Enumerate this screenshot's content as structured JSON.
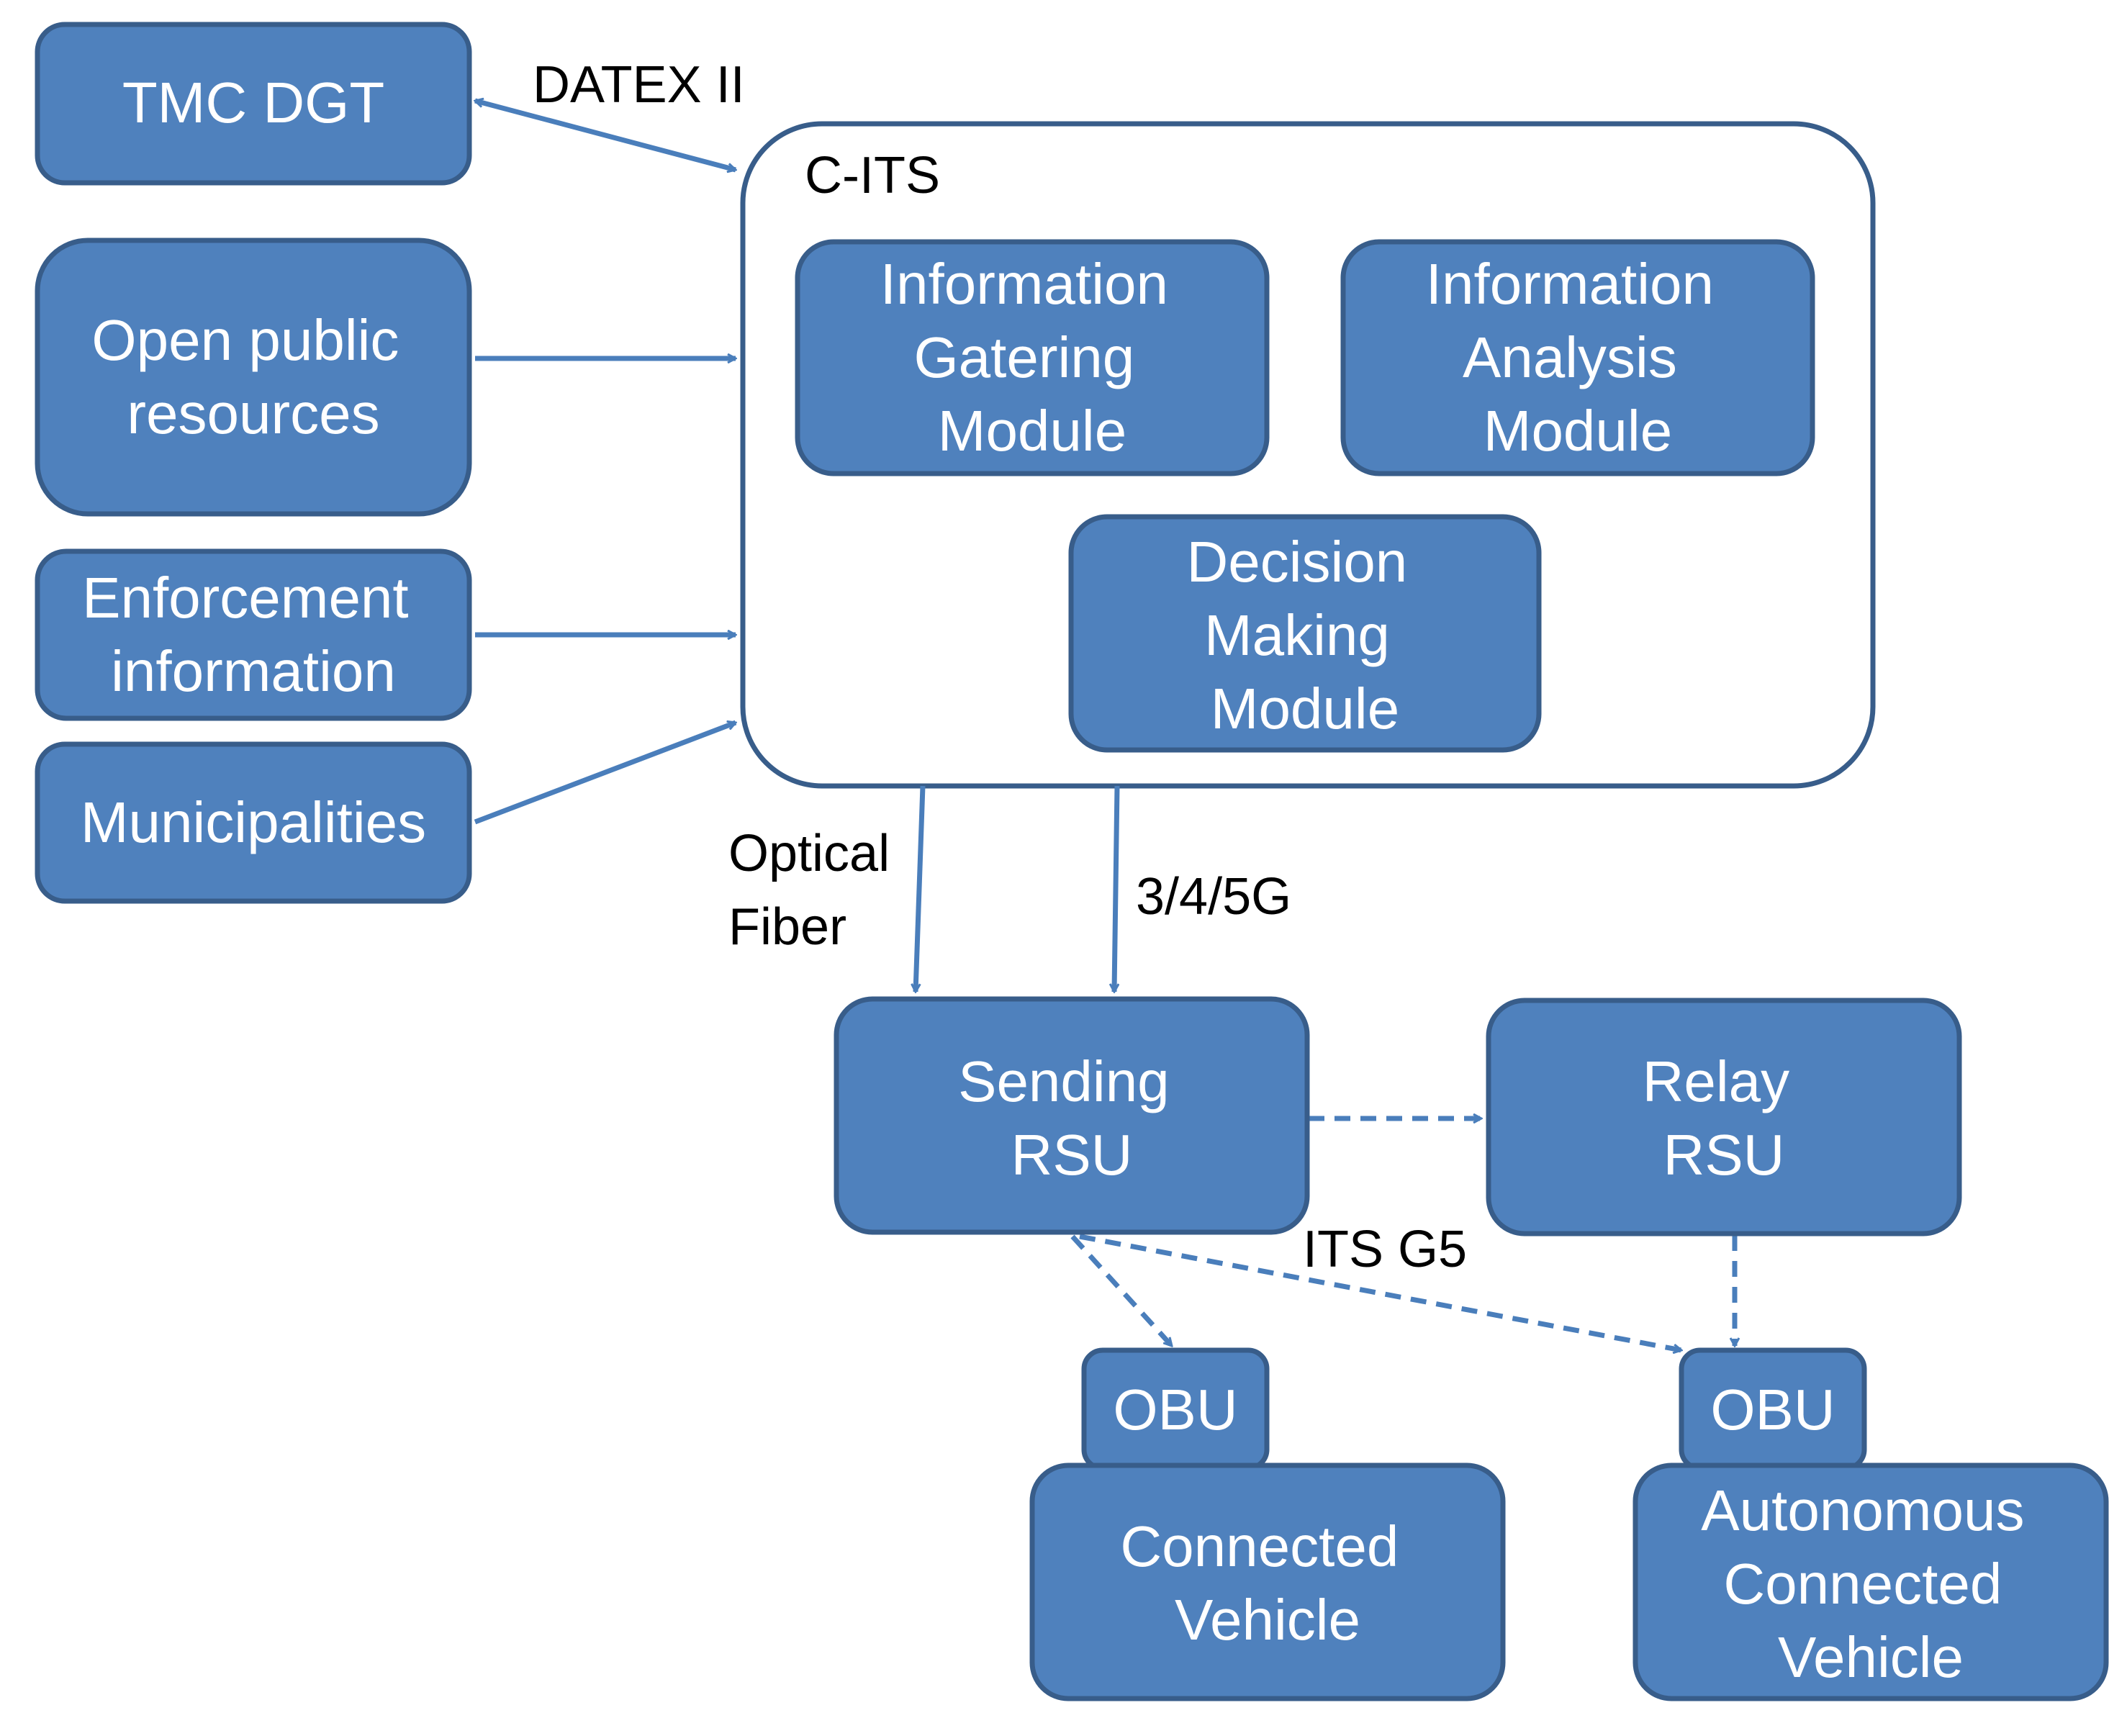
{
  "colors": {
    "box_fill": "#4f81bd",
    "box_stroke": "#385d8a",
    "arrow": "#4a7ebb",
    "container_stroke": "#385d8a",
    "box_text": "#ffffff",
    "label_text": "#000000"
  },
  "container": {
    "label": "C-ITS"
  },
  "nodes": {
    "tmc_dgt": {
      "lines": [
        "TMC DGT"
      ]
    },
    "open_public": {
      "lines": [
        "Open public",
        "resources"
      ]
    },
    "enforcement": {
      "lines": [
        "Enforcement",
        "information"
      ]
    },
    "municipalities": {
      "lines": [
        "Municipalities"
      ]
    },
    "info_gathering": {
      "lines": [
        "Information",
        "Gatering",
        "Module"
      ]
    },
    "info_analysis": {
      "lines": [
        "Information",
        "Analysis",
        "Module"
      ]
    },
    "decision_making": {
      "lines": [
        "Decision",
        "Making",
        "Module"
      ]
    },
    "sending_rsu": {
      "lines": [
        "Sending",
        "RSU"
      ]
    },
    "relay_rsu": {
      "lines": [
        "Relay",
        "RSU"
      ]
    },
    "obu_1": {
      "lines": [
        "OBU"
      ]
    },
    "obu_2": {
      "lines": [
        "OBU"
      ]
    },
    "connected_vehicle": {
      "lines": [
        "Connected",
        "Vehicle"
      ]
    },
    "autonomous_vehicle": {
      "lines": [
        "Autonomous",
        "Connected",
        "Vehicle"
      ]
    }
  },
  "edge_labels": {
    "datex": {
      "lines": [
        "DATEX II"
      ]
    },
    "optical": {
      "lines": [
        "Optical",
        "Fiber"
      ]
    },
    "cellular": {
      "lines": [
        "3/4/5G"
      ]
    },
    "its_g5": {
      "lines": [
        "ITS G5"
      ]
    }
  }
}
